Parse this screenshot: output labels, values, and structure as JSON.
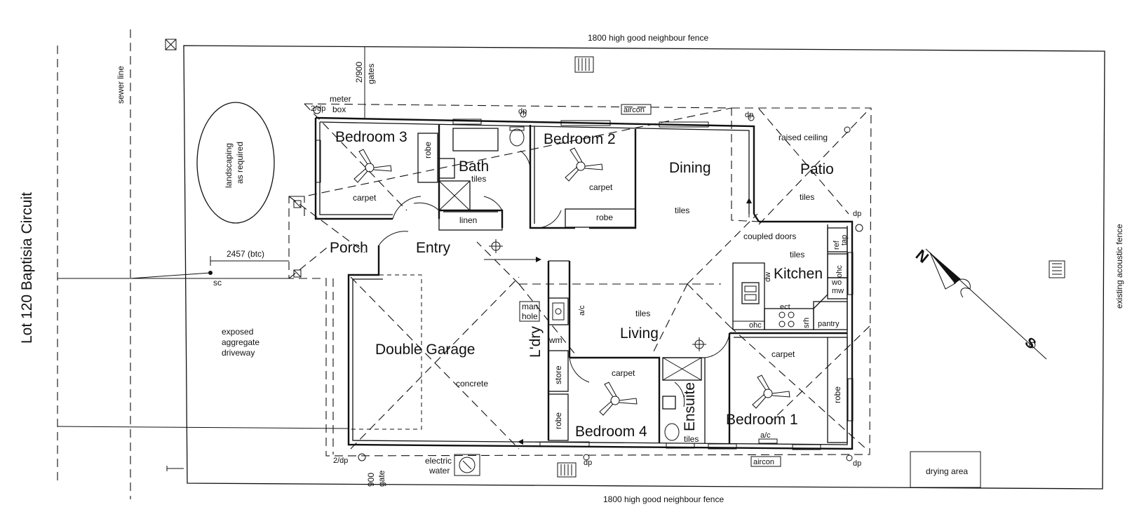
{
  "labels": {
    "fence_top": "1800 high good neighbour fence",
    "fence_bottom": "1800 high good neighbour fence",
    "fence_right": "existing acoustic fence",
    "lot": "Lot 120 Baptisia Circuit",
    "sewer": "sewer line",
    "landscaping_1": "landscaping",
    "landscaping_2": "as required",
    "setback": "2457 (btc)",
    "sc": "sc",
    "driveway_1": "exposed",
    "driveway_2": "aggregate",
    "driveway_3": "driveway",
    "meter_1": "meter",
    "meter_2": "box",
    "gates_top_1": "2/900",
    "gates_top_2": "gates",
    "gate_bottom_1": "900",
    "gate_bottom_2": "gate",
    "electric_1": "electric",
    "electric_2": "water",
    "drying": "drying area",
    "dp": "dp",
    "dp2": "2/dp",
    "aircon": "aircon",
    "ac": "a/c",
    "carpet": "carpet",
    "tiles": "tiles",
    "robe": "robe",
    "linen": "linen",
    "concrete": "concrete",
    "raised_ceiling": "raised ceiling",
    "coupled_doors": "coupled doors",
    "manhole_1": "man",
    "manhole_2": "hole",
    "wm": "wm",
    "store": "store",
    "ohc": "ohc",
    "ref": "ref",
    "tap": "tap",
    "wo": "wo",
    "mw": "mw",
    "dw": "dw",
    "ect": "ect",
    "srh": "srh",
    "pantry": "pantry",
    "north": "N",
    "south": "S"
  },
  "rooms": {
    "bedroom3": "Bedroom 3",
    "bath": "Bath",
    "bedroom2": "Bedroom 2",
    "dining": "Dining",
    "patio": "Patio",
    "porch": "Porch",
    "entry": "Entry",
    "kitchen": "Kitchen",
    "garage": "Double Garage",
    "laundry": "L'dry",
    "living": "Living",
    "bedroom4": "Bedroom 4",
    "ensuite": "Ensuite",
    "bedroom1": "Bedroom 1"
  }
}
